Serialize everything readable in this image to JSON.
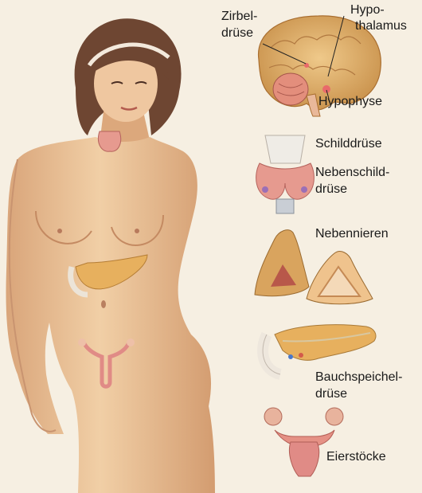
{
  "labels": {
    "zirbeldruese_1": "Zirbel-",
    "zirbeldruese_2": "drüse",
    "hypothalamus_1": "Hypo-",
    "hypothalamus_2": "thalamus",
    "hypophyse": "Hypophyse",
    "schilddruese": "Schilddrüse",
    "nebenschilddruese_1": "Nebenschild-",
    "nebenschilddruese_2": "drüse",
    "nebennieren": "Nebennieren",
    "bauchspeicheldruese_1": "Bauchspeichel-",
    "bauchspeicheldruese_2": "drüse",
    "eierstoecke": "Eierstöcke"
  },
  "colors": {
    "background": "#f6efe2",
    "skin": "#e9bf94",
    "hair": "#6e4632",
    "brain": "#e2b470",
    "gland": "#e7b05e",
    "thyroid": "#e69a8f",
    "uterus": "#e08b86"
  }
}
